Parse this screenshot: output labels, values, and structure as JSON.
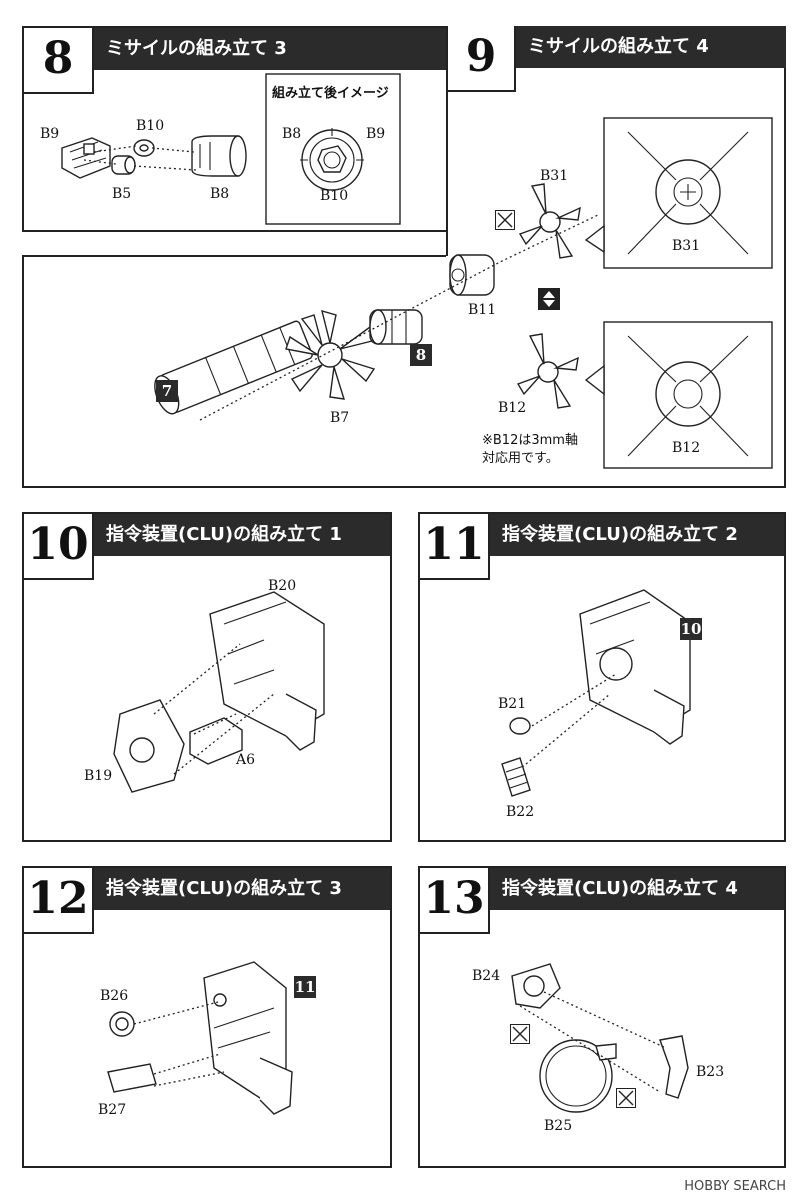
{
  "steps": [
    {
      "number": "8",
      "title": "ミサイルの組み立て 3"
    },
    {
      "number": "9",
      "title": "ミサイルの組み立て 4"
    },
    {
      "number": "10",
      "title": "指令装置(CLU)の組み立て 1"
    },
    {
      "number": "11",
      "title": "指令装置(CLU)の組み立て 2"
    },
    {
      "number": "12",
      "title": "指令装置(CLU)の組み立て 3"
    },
    {
      "number": "13",
      "title": "指令装置(CLU)の組み立て 4"
    }
  ],
  "step8": {
    "parts": {
      "b9": "B9",
      "b10": "B10",
      "b5": "B5",
      "b8": "B8"
    },
    "inset_title": "組み立て後イメージ",
    "inset_parts": {
      "b8": "B8",
      "b9": "B9",
      "b10": "B10"
    }
  },
  "step9": {
    "parts": {
      "b31": "B31",
      "b11": "B11",
      "b12": "B12",
      "b7": "B7"
    },
    "refs": {
      "ref7": "7",
      "ref8": "8"
    },
    "inset1_label": "B31",
    "inset2_label": "B12",
    "note_line1": "※B12は3mm軸",
    "note_line2": "対応用です。"
  },
  "step10": {
    "parts": {
      "b20": "B20",
      "b19": "B19",
      "a6": "A6"
    }
  },
  "step11": {
    "parts": {
      "b21": "B21",
      "b22": "B22"
    },
    "ref": "10"
  },
  "step12": {
    "parts": {
      "b26": "B26",
      "b27": "B27"
    },
    "ref": "11"
  },
  "step13": {
    "parts": {
      "b24": "B24",
      "b23": "B23",
      "b25": "B25"
    }
  },
  "watermark": "HOBBY SEARCH"
}
